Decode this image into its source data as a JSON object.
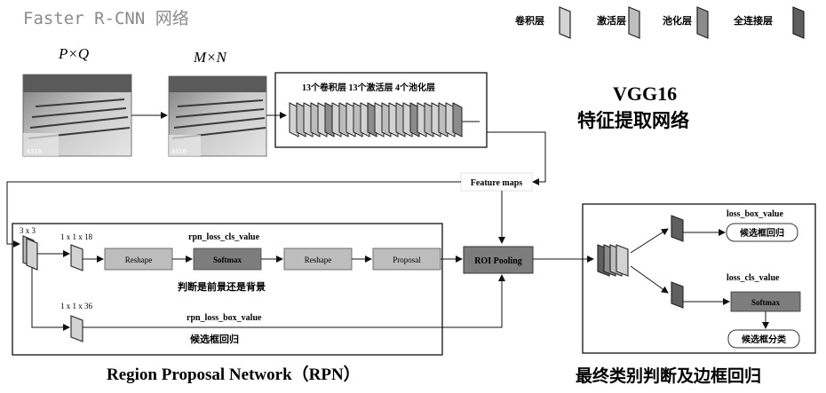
{
  "title": "Faster R-CNN 网络",
  "legend": [
    {
      "label": "卷积层",
      "fill": "#d3d3d3"
    },
    {
      "label": "激活层",
      "fill": "#bdbdbd"
    },
    {
      "label": "池化层",
      "fill": "#8c8c8c"
    },
    {
      "label": "全连接层",
      "fill": "#5f5f5f"
    }
  ],
  "input": {
    "label_pq": "P×Q",
    "label_mn": "M×N",
    "frame_number": "4310"
  },
  "vgg": {
    "layers_caption": "13个卷积层 13个激活层 4个池化层",
    "name": "VGG16",
    "subtitle": "特征提取网络"
  },
  "feature_maps_label": "Feature maps",
  "rpn": {
    "conv3_label": "3 x 3",
    "conv_cls_label": "1 x 1 x 18",
    "conv_box_label": "1 x 1 x 36",
    "reshape1_label": "Reshape",
    "softmax_label": "Softmax",
    "reshape2_label": "Reshape",
    "proposal_label": "Proposal",
    "loss_cls_label": "rpn_loss_cls_value",
    "cls_caption": "判断是前景还是背景",
    "loss_box_label": "rpn_loss_box_value",
    "box_caption": "候选框回归",
    "title": "Region Proposal Network（RPN）"
  },
  "roi_pooling_label": "ROI Pooling",
  "final": {
    "loss_box_label": "loss_box_value",
    "box_out_label": "候选框回归",
    "loss_cls_label": "loss_cls_value",
    "softmax_label": "Softmax",
    "cls_out_label": "候选框分类",
    "title": "最终类别判断及边框回归"
  }
}
